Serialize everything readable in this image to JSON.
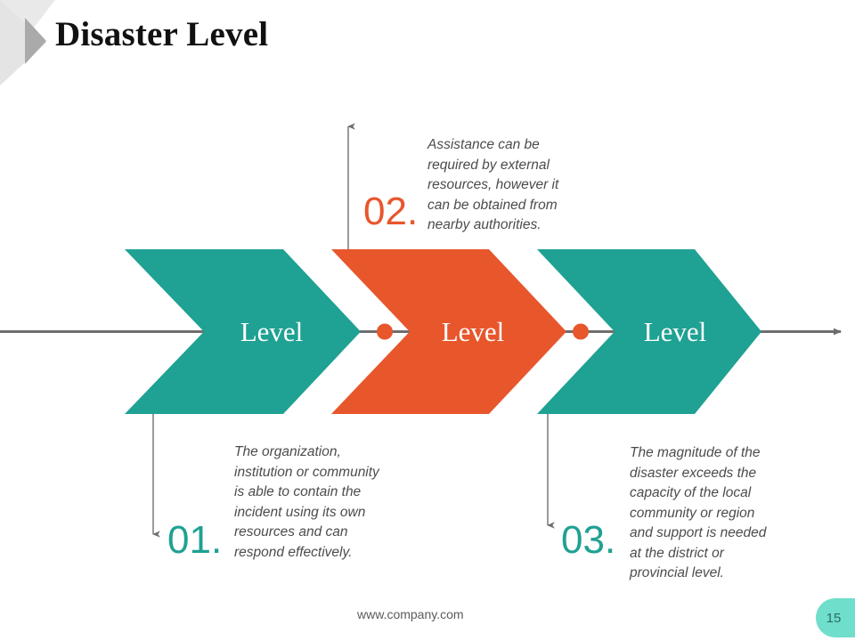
{
  "slide": {
    "title": "Disaster Level",
    "background_color": "#ffffff"
  },
  "theme": {
    "teal": "#1fa193",
    "orange": "#e8562c",
    "line_gray": "#6e6e6e",
    "text_gray": "#4c4c4c",
    "badge_teal": "#6fdecb",
    "badge_text": "#2a6e66",
    "deco_light_gray": "#e6e6e6",
    "deco_dark_gray": "#a8a8a8"
  },
  "process": {
    "steps": [
      {
        "id": "step-1",
        "label": "Level",
        "color": "#1fa193"
      },
      {
        "id": "step-2",
        "label": "Level",
        "color": "#e8562c"
      },
      {
        "id": "step-3",
        "label": "Level",
        "color": "#1fa193"
      }
    ]
  },
  "callouts": [
    {
      "id": "callout-01",
      "number": "01.",
      "number_color": "#1fa193",
      "text": "The organization,\ninstitution or community\nis able to contain the\nincident using its own\nresources and can\nrespond effectively.",
      "position": "below",
      "step": "step-1"
    },
    {
      "id": "callout-02",
      "number": "02.",
      "number_color": "#e8562c",
      "text": "Assistance can be\nrequired by external\nresources, however it\ncan be obtained from\nnearby authorities.",
      "position": "above",
      "step": "step-2"
    },
    {
      "id": "callout-03",
      "number": "03.",
      "number_color": "#1fa193",
      "text": "The magnitude of the\ndisaster exceeds the\ncapacity  of the local\ncommunity  or region\nand support is needed\nat the district or\nprovincial level.",
      "position": "below",
      "step": "step-3"
    }
  ],
  "footer": {
    "url": "www.company.com",
    "page_number": "15"
  }
}
